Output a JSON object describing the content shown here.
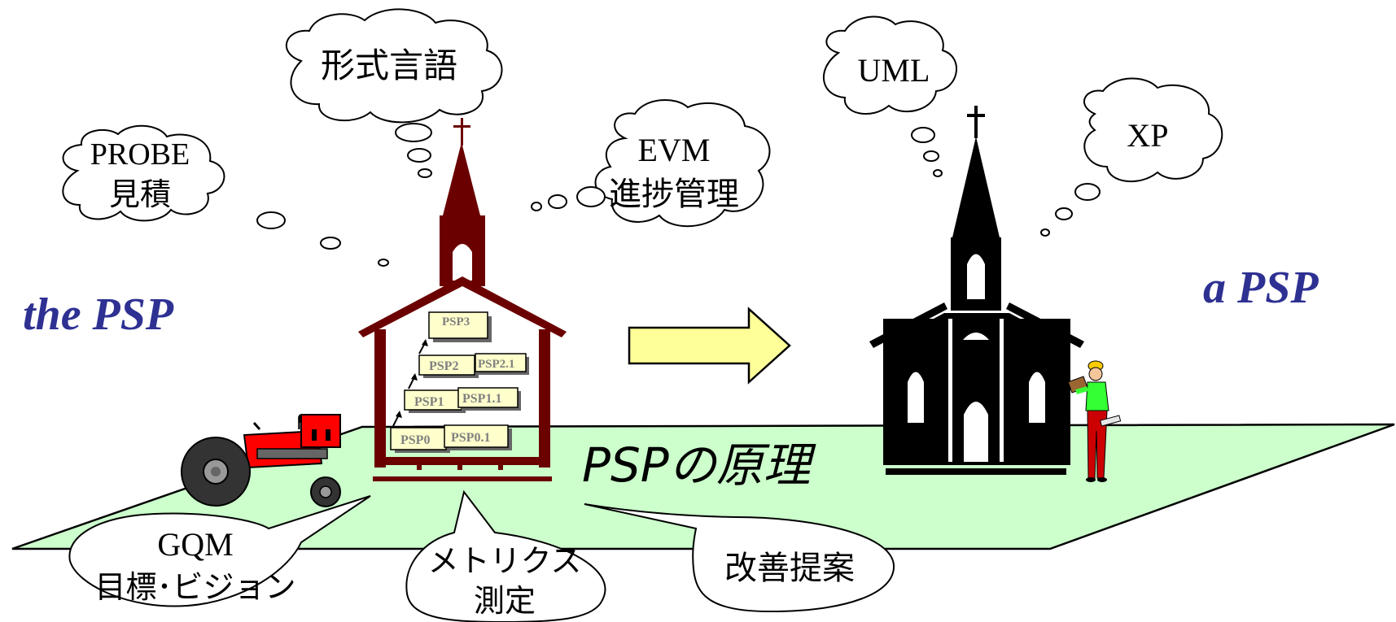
{
  "labels": {
    "the_psp": "the PSP",
    "a_psp": "a PSP",
    "principle": "PSPの原理"
  },
  "thought_bubbles": {
    "formal_language": "形式言語",
    "probe_line1": "PROBE",
    "probe_line2": "見積",
    "evm_line1": "EVM",
    "evm_line2": "進捗管理",
    "uml": "UML",
    "xp": "XP"
  },
  "speech_bubbles": {
    "gqm_line1": "GQM",
    "gqm_line2": "目標･ビジョン",
    "metrics_line1": "メトリクス",
    "metrics_line2": "測定",
    "improvement": "改善提案"
  },
  "psp_levels": {
    "psp3": "PSP3",
    "psp2": "PSP2",
    "psp21": "PSP2.1",
    "psp1": "PSP1",
    "psp11": "PSP1.1",
    "psp0": "PSP0",
    "psp01": "PSP0.1"
  },
  "colors": {
    "accent_blue": "#2e3192",
    "church_red": "#6b0000",
    "ground_green": "#ccffcc",
    "arrow_yellow": "#ffff99",
    "level_box": "#ffffcc",
    "tractor_red": "#ff0000",
    "worker_green": "#33ff33"
  }
}
